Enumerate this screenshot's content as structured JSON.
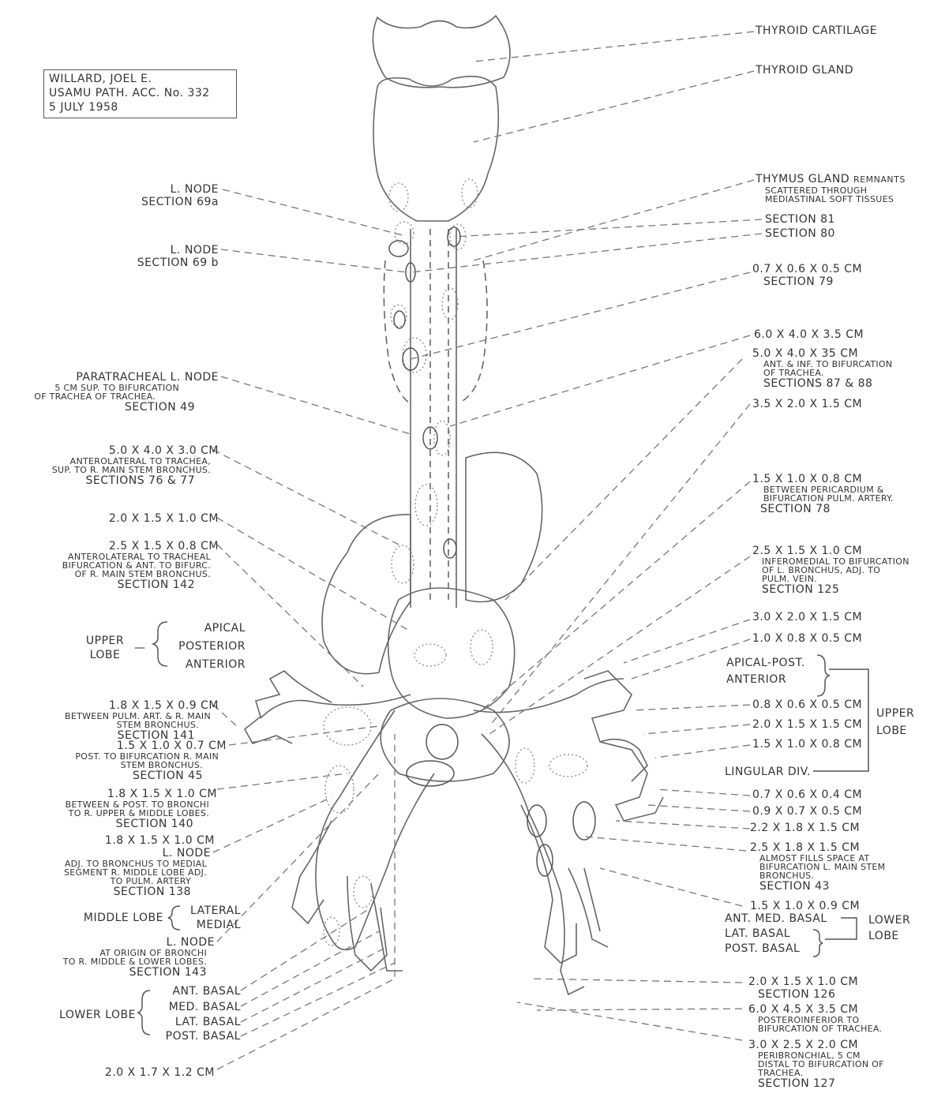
{
  "case": {
    "name": "WILLARD, JOEL E.",
    "accession": "USAMU PATH. ACC. No. 332",
    "date": "5 JULY 1958"
  },
  "top_labels": {
    "thyroid_cartilage": "THYROID CARTILAGE",
    "thyroid_gland": "THYROID GLAND",
    "thymus": "THYMUS GLAND",
    "thymus_remnants": "REMNANTS",
    "thymus_note1": "SCATTERED THROUGH",
    "thymus_note2": "MEDIASTINAL SOFT TISSUES",
    "section_81": "SECTION 81",
    "section_80": "SECTION 80"
  },
  "left": {
    "n69a_1": "L. NODE",
    "n69a_2": "SECTION 69a",
    "n69b_1": "L. NODE",
    "n69b_2": "SECTION 69 b",
    "pt_1": "PARATRACHEAL L. NODE",
    "pt_2": "5 CM SUP. TO BIFURCATION",
    "pt_3": "OF TRACHEA OF TRACHEA.",
    "pt_4": "SECTION 49",
    "a_1": "5.0 X 4.0 X 3.0 CM",
    "a_2": "ANTEROLATERAL TO TRACHEA,",
    "a_3": "SUP. TO R. MAIN STEM BRONCHUS.",
    "a_4": "SECTIONS 76 & 77",
    "b_1": "2.0 X 1.5 X 1.0 CM",
    "c_1": "2.5 X 1.5 X 0.8 CM",
    "c_2": "ANTEROLATERAL TO TRACHEAL",
    "c_3": "BIFURCATION & ANT. TO BIFURC.",
    "c_4": "OF R. MAIN STEM BRONCHUS.",
    "c_5": "SECTION 142",
    "upper_lobe": "UPPER LOBE",
    "apical": "APICAL",
    "posterior": "POSTERIOR",
    "anterior": "ANTERIOR",
    "d_1": "1.8 X 1.5 X 0.9 CM",
    "d_2": "BETWEEN PULM. ART. & R. MAIN",
    "d_3": "STEM BRONCHUS.",
    "d_4": "SECTION 141",
    "e_1": "1.5 X 1.0 X 0.7 CM",
    "e_2": "POST. TO BIFURCATION R. MAIN",
    "e_3": "STEM BRONCHUS.",
    "e_4": "SECTION 45",
    "f_1": "1.8 X 1.5 X 1.0 CM",
    "f_2": "BETWEEN & POST. TO BRONCHI",
    "f_3": "TO R. UPPER & MIDDLE LOBES.",
    "f_4": "SECTION 140",
    "g_1": "1.8 X 1.5 X 1.0 CM",
    "g_2": "L. NODE",
    "g_3": "ADJ. TO BRONCHUS TO MEDIAL",
    "g_4": "SEGMENT R. MIDDLE LOBE ADJ.",
    "g_5": "TO PULM. ARTERY",
    "g_6": "SECTION 138",
    "middle_lobe": "MIDDLE LOBE",
    "lateral": "LATERAL",
    "medial": "MEDIAL",
    "h_1": "L. NODE",
    "h_2": "AT ORIGIN OF BRONCHI",
    "h_3": "TO R. MIDDLE & LOWER LOBES.",
    "h_4": "SECTION 143",
    "lower_lobe": "LOWER LOBE",
    "ant_basal": "ANT. BASAL",
    "med_basal": "MED. BASAL",
    "lat_basal": "LAT. BASAL",
    "post_basal": "POST. BASAL",
    "i_1": "2.0 X 1.7 X 1.2 CM"
  },
  "right": {
    "r1_1": "0.7 X 0.6 X 0.5 CM",
    "r1_2": "SECTION 79",
    "r2_1": "6.0 X 4.0 X 3.5 CM",
    "r3_1": "5.0 X 4.0 X 35 CM",
    "r3_2": "ANT. & INF. TO BIFURCATION",
    "r3_3": "OF TRACHEA.",
    "r3_4": "SECTIONS 87 & 88",
    "r4_1": "3.5 X 2.0 X 1.5 CM",
    "r5_1": "1.5 X 1.0 X 0.8 CM",
    "r5_2": "BETWEEN PERICARDIUM &",
    "r5_3": "BIFURCATION PULM. ARTERY.",
    "r5_4": "SECTION 78",
    "r6_1": "2.5 X 1.5 X 1.0 CM",
    "r6_2": "INFEROMEDIAL TO BIFURCATION",
    "r6_3": "OF L. BRONCHUS, ADJ. TO",
    "r6_4": "PULM. VEIN.",
    "r6_5": "SECTION 125",
    "r7_1": "3.0 X 2.0 X 1.5 CM",
    "r8_1": "1.0 X 0.8 X 0.5 CM",
    "apical_post": "APICAL-POST.",
    "anterior": "ANTERIOR",
    "r9_1": "0.8 X 0.6 X 0.5 CM",
    "r10_1": "2.0 X 1.5 X 1.5 CM",
    "r11_1": "1.5 X 1.0 X 0.8 CM",
    "lingular": "LINGULAR DIV.",
    "upper_lobe": "UPPER LOBE",
    "r12_1": "0.7 X 0.6 X 0.4 CM",
    "r13_1": "0.9 X 0.7 X 0.5 CM",
    "r14_1": "2.2 X 1.8 X 1.5 CM",
    "r15_1": "2.5 X 1.8 X 1.5 CM",
    "r15_2": "ALMOST FILLS SPACE AT",
    "r15_3": "BIFURCATION L. MAIN STEM",
    "r15_4": "BRONCHUS.",
    "r15_5": "SECTION 43",
    "r16_1": "1.5 X 1.0 X 0.9 CM",
    "ant_med_basal": "ANT. MED. BASAL",
    "lat_basal": "LAT. BASAL",
    "post_basal": "POST. BASAL",
    "lower_lobe": "LOWER LOBE",
    "r17_1": "2.0 X 1.5 X 1.0 CM",
    "r17_2": "SECTION 126",
    "r18_1": "6.0 X 4.5 X 3.5 CM",
    "r18_2": "POSTEROINFERIOR TO",
    "r18_3": "BIFURCATION OF TRACHEA.",
    "r19_1": "3.0 X 2.5 X 2.0 CM",
    "r19_2": "PERIBRONCHIAL, 5 CM",
    "r19_3": "DISTAL TO BIFURCATION OF",
    "r19_4": "TRACHEA.",
    "r19_5": "SECTION 127"
  }
}
